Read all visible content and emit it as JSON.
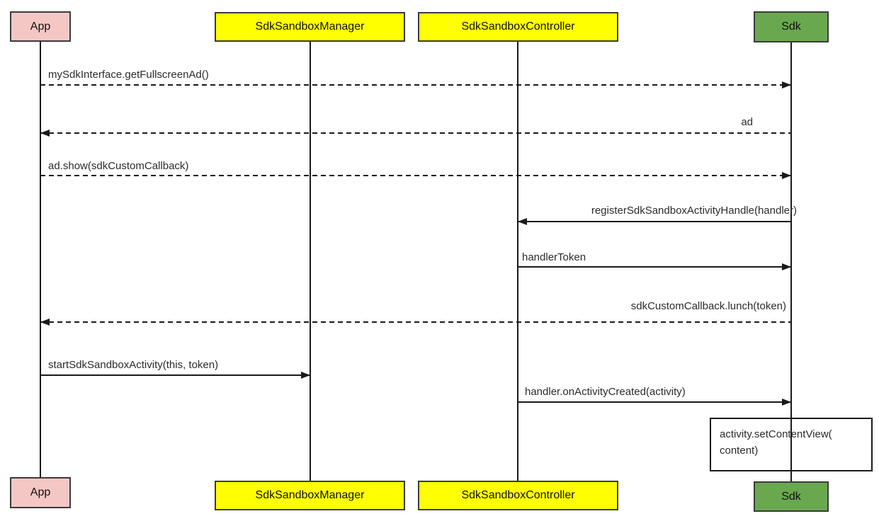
{
  "diagram": {
    "type": "uml-sequence",
    "colors": {
      "app_actor": "#f4c7c5",
      "sandbox_actor": "#ffff00",
      "sdk_actor": "#6aa84f",
      "line": "#1a1a1a",
      "background": "#ffffff"
    },
    "actors": [
      {
        "name": "App",
        "color": "#f4c7c5"
      },
      {
        "name": "SdkSandboxManager",
        "color": "#ffff00"
      },
      {
        "name": "SdkSandboxController",
        "color": "#ffff00"
      },
      {
        "name": "Sdk",
        "color": "#6aa84f"
      }
    ],
    "messages": [
      {
        "label": "mySdkInterface.getFullscreenAd()",
        "from": "App",
        "to": "Sdk",
        "style": "dashed"
      },
      {
        "label": "ad",
        "from": "Sdk",
        "to": "App",
        "style": "dashed"
      },
      {
        "label": "ad.show(sdkCustomCallback)",
        "from": "App",
        "to": "Sdk",
        "style": "dashed"
      },
      {
        "label": "registerSdkSandboxActivityHandle(handler)",
        "from": "Sdk",
        "to": "SdkSandboxController",
        "style": "solid"
      },
      {
        "label": "handlerToken",
        "from": "SdkSandboxController",
        "to": "Sdk",
        "style": "solid"
      },
      {
        "label": "sdkCustomCallback.lunch(token)",
        "from": "Sdk",
        "to": "App",
        "style": "dashed"
      },
      {
        "label": "startSdkSandboxActivity(this, token)",
        "from": "App",
        "to": "SdkSandboxManager",
        "style": "solid"
      },
      {
        "label": "handler.onActivityCreated(activity)",
        "from": "SdkSandboxController",
        "to": "Sdk",
        "style": "solid"
      }
    ],
    "note": {
      "text": "activity.setContentView(\ncontent)",
      "at": "Sdk"
    }
  }
}
